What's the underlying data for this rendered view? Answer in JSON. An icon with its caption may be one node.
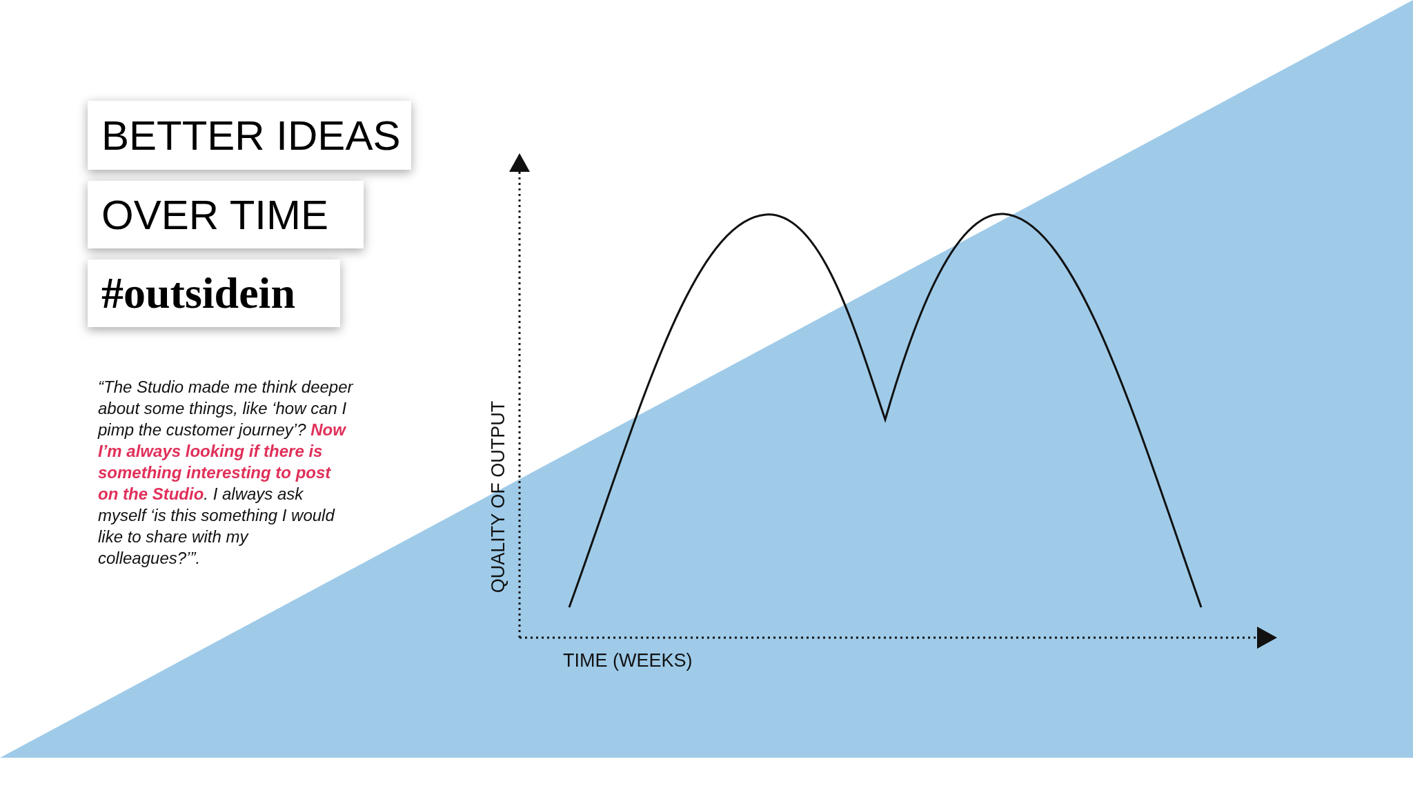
{
  "diagram": {
    "nodes": [
      {
        "text": [
          "BETTER IDEAS"
        ]
      },
      {
        "text": [
          "OVER TIME"
        ]
      },
      {
        "text": [
          "#outsidein"
        ]
      }
    ],
    "labels": [
      "“The Studio made me think deeper about some things, like ‘how can I pimp the customer journey’? **Now I’m always looking if there is something interesting to post on the Studio**. I always ask myself ‘is this something I would like to share with my colleagues?’”.",
      "QUALITY OF OUTPUT",
      "TIME (WEEKS)"
    ]
  }
}
